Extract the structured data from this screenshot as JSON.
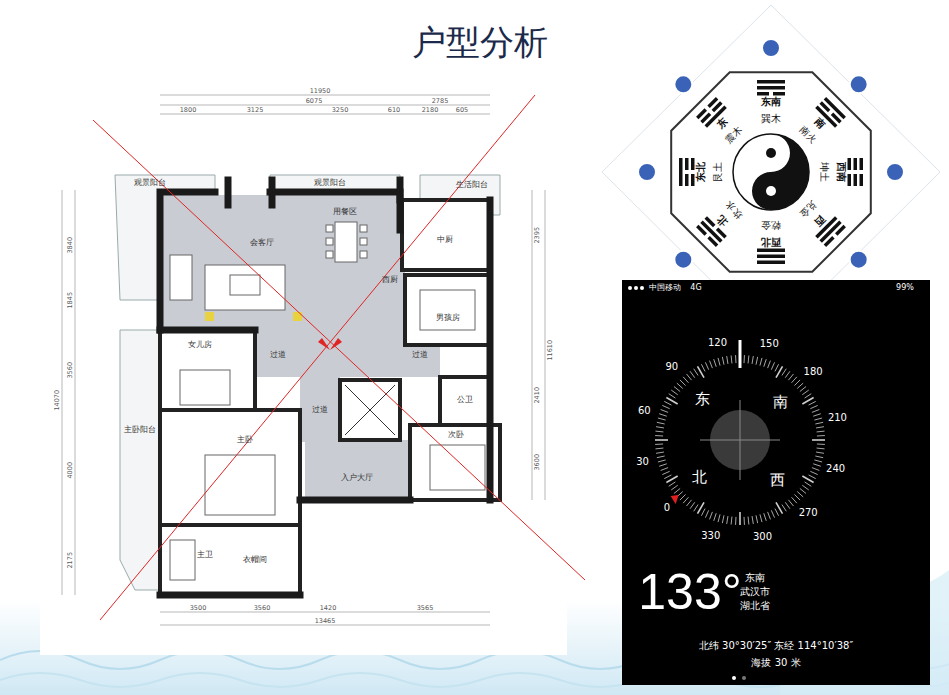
{
  "diagram": {
    "title": "户型分析",
    "labels": [
      "观景阳台",
      "观景阳台",
      "生活阳台",
      "会客厅",
      "用餐区",
      "中厨",
      "西厨",
      "男孩房",
      "女儿房",
      "过道",
      "过道",
      "过道",
      "公卫",
      "次卧",
      "主卧阳台",
      "主卧",
      "入户大厅",
      "主卫",
      "衣帽间",
      "11950",
      "6075",
      "2785",
      "1800",
      "3125",
      "3250",
      "610",
      "2180",
      "605",
      "3500",
      "3560",
      "1420",
      "3565",
      "13465",
      "3840",
      "1845",
      "3560",
      "4000",
      "2175",
      "14070",
      "2395",
      "11610",
      "2410",
      "3600",
      "东南",
      "巽木",
      "南",
      "南火",
      "西南",
      "坤土",
      "西",
      "兑金",
      "西北",
      "乾金",
      "北",
      "坎水",
      "东北",
      "艮土",
      "东",
      "震木",
      "中国移动",
      "4G",
      "99%",
      "120",
      "150",
      "90",
      "180",
      "60",
      "210",
      "30",
      "240",
      "0",
      "270",
      "330",
      "300",
      "东",
      "南",
      "北",
      "西",
      "133°",
      "东南",
      "武汉市",
      "湖北省",
      "北纬 30°30′25″ 东经 114°10′38″",
      "海拔 30 米"
    ]
  }
}
